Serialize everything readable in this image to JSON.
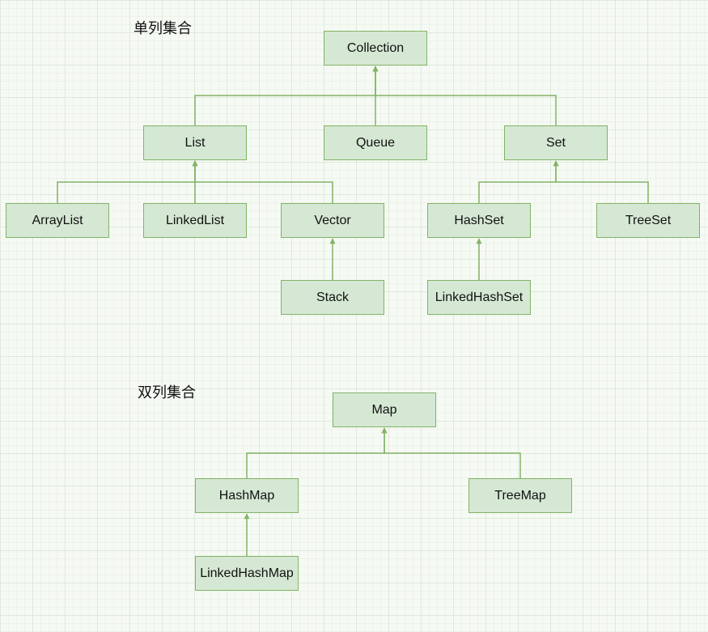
{
  "sections": {
    "single": {
      "title": "单列集合"
    },
    "double": {
      "title": "双列集合"
    }
  },
  "nodes": {
    "collection": "Collection",
    "list": "List",
    "queue": "Queue",
    "set": "Set",
    "arraylist": "ArrayList",
    "linkedlist": "LinkedList",
    "vector": "Vector",
    "stack": "Stack",
    "hashset": "HashSet",
    "treeset": "TreeSet",
    "linkedhashset": "LinkedHashSet",
    "map": "Map",
    "hashmap": "HashMap",
    "treemap": "TreeMap",
    "linkedhashmap": "LinkedHashMap"
  },
  "edges": [
    {
      "from": "list",
      "to": "collection"
    },
    {
      "from": "queue",
      "to": "collection"
    },
    {
      "from": "set",
      "to": "collection"
    },
    {
      "from": "arraylist",
      "to": "list"
    },
    {
      "from": "linkedlist",
      "to": "list"
    },
    {
      "from": "vector",
      "to": "list"
    },
    {
      "from": "stack",
      "to": "vector"
    },
    {
      "from": "hashset",
      "to": "set"
    },
    {
      "from": "treeset",
      "to": "set"
    },
    {
      "from": "linkedhashset",
      "to": "hashset"
    },
    {
      "from": "hashmap",
      "to": "map"
    },
    {
      "from": "treemap",
      "to": "map"
    },
    {
      "from": "linkedhashmap",
      "to": "hashmap"
    }
  ],
  "colors": {
    "node_fill": "#d5e8d4",
    "node_stroke": "#82b366",
    "edge": "#82b366",
    "text": "#111111"
  }
}
